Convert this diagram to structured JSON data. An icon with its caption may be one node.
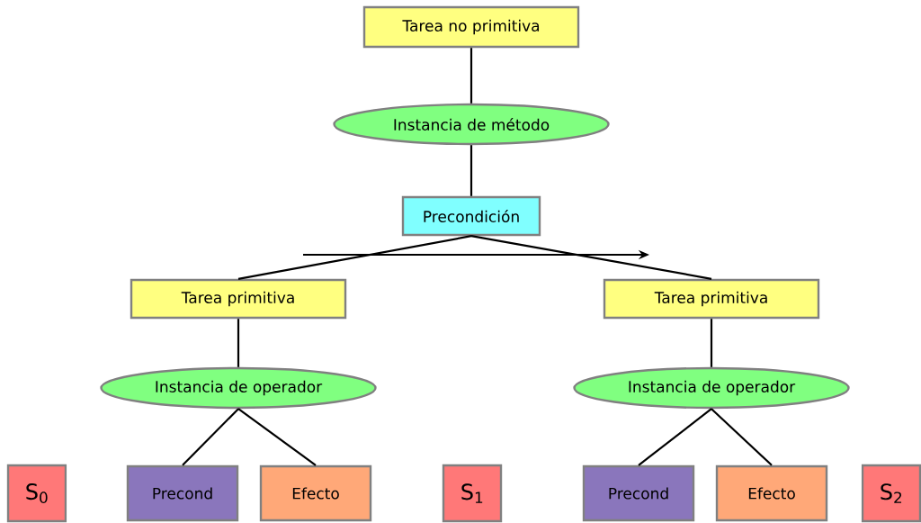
{
  "diagram": {
    "nodes": [
      {
        "text": [
          "Tarea no primitiva"
        ]
      },
      {
        "text": [
          "Instancia de método"
        ]
      },
      {
        "text": [
          "Precondición"
        ]
      },
      {
        "text": [
          "Tarea primitiva"
        ]
      },
      {
        "text": [
          "Tarea primitiva"
        ]
      },
      {
        "text": [
          "Instancia de operador"
        ]
      },
      {
        "text": [
          "Instancia de operador"
        ]
      },
      {
        "text": [
          "S$_{0}$"
        ]
      },
      {
        "text": [
          "Precond"
        ]
      },
      {
        "text": [
          "Efecto"
        ]
      },
      {
        "text": [
          "S$_{1}$"
        ]
      },
      {
        "text": [
          "Precond"
        ]
      },
      {
        "text": [
          "Efecto"
        ]
      },
      {
        "text": [
          "S$_{2}$"
        ]
      }
    ],
    "edges": [
      {
        "from": 0,
        "to": 1,
        "arrow": "none"
      },
      {
        "from": 1,
        "to": 2,
        "arrow": "none"
      },
      {
        "from": 2,
        "to": 3,
        "arrow": "none"
      },
      {
        "from": 2,
        "to": 4,
        "arrow": "none"
      },
      {
        "from": 3,
        "to": 5,
        "arrow": "none"
      },
      {
        "from": 4,
        "to": 6,
        "arrow": "none"
      },
      {
        "from": 5,
        "to": 8,
        "arrow": "none"
      },
      {
        "from": 5,
        "to": 9,
        "arrow": "none"
      },
      {
        "from": 6,
        "to": 11,
        "arrow": "none"
      },
      {
        "from": 6,
        "to": 12,
        "arrow": "none"
      }
    ]
  }
}
